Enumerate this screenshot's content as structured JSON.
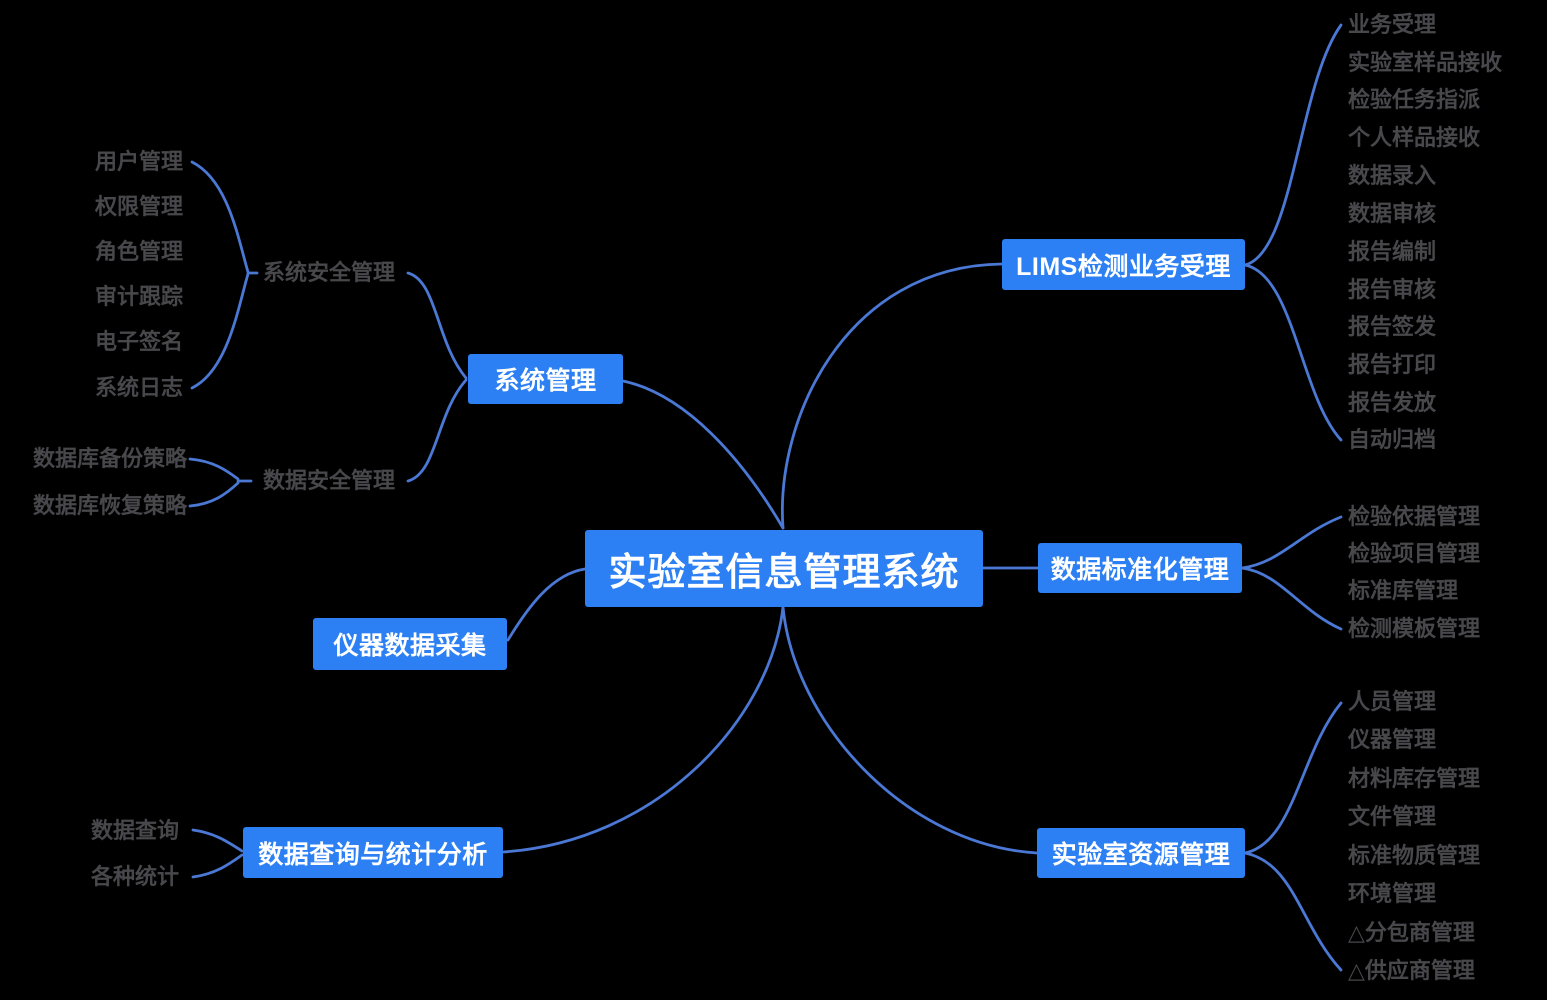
{
  "diagram": {
    "title": "实验室信息管理系统",
    "type": "mindmap",
    "colors": {
      "background": "#000000",
      "node_fill": "#2c80f4",
      "node_text": "#ffffff",
      "connector": "#4a78d4",
      "leaf_text": "#48484c"
    }
  },
  "center": {
    "label": "实验室信息管理系统"
  },
  "nodes": {
    "sys": {
      "label": "系统管理"
    },
    "instr": {
      "label": "仪器数据采集"
    },
    "query": {
      "label": "数据查询与统计分析"
    },
    "lims": {
      "label": "LIMS检测业务受理"
    },
    "std": {
      "label": "数据标准化管理"
    },
    "res": {
      "label": "实验室资源管理"
    }
  },
  "subnodes": {
    "sysSec": {
      "label": "系统安全管理"
    },
    "dataSec": {
      "label": "数据安全管理"
    }
  },
  "leaves": {
    "sysSec": [
      "用户管理",
      "权限管理",
      "角色管理",
      "审计跟踪",
      "电子签名",
      "系统日志"
    ],
    "dataSec": [
      "数据库备份策略",
      "数据库恢复策略"
    ],
    "query": [
      "数据查询",
      "各种统计"
    ],
    "lims": [
      "业务受理",
      "实验室样品接收",
      "检验任务指派",
      "个人样品接收",
      "数据录入",
      "数据审核",
      "报告编制",
      "报告审核",
      "报告签发",
      "报告打印",
      "报告发放",
      "自动归档"
    ],
    "std": [
      "检验依据管理",
      "检验项目管理",
      "标准库管理",
      "检测模板管理"
    ],
    "res": [
      "人员管理",
      "仪器管理",
      "材料库存管理",
      "文件管理",
      "标准物质管理",
      "环境管理",
      "△分包商管理",
      "△供应商管理"
    ]
  }
}
